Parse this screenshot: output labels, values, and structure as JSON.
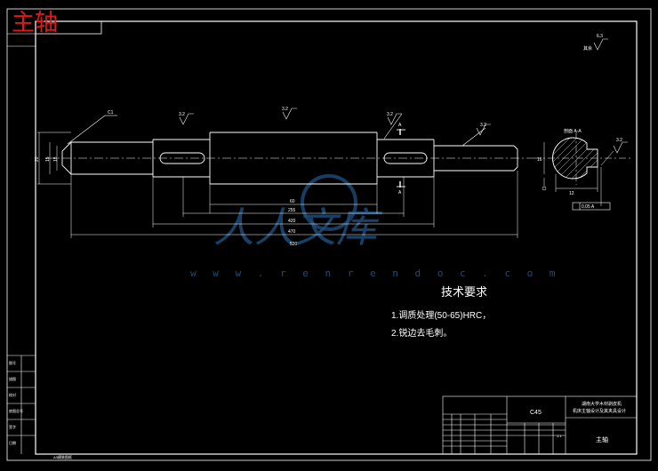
{
  "corner_title": "主轴",
  "section_label": "剖面 A-A",
  "section_marker_label": "A",
  "chamfer_label": "C1",
  "roughness_values": [
    "3.2",
    "3.2",
    "3.2",
    "3.2",
    "3.2"
  ],
  "corner_roughness": {
    "value": "6.3",
    "label": "其余"
  },
  "dimensions": {
    "d1": "20",
    "d2": "15",
    "d3": "18",
    "section_h": "16",
    "section_w": "12",
    "len_1": "60",
    "len_2": "255",
    "len_3": "420",
    "len_4": "470",
    "len_5": "520"
  },
  "tolerance_frame": "0.05 A",
  "tech_requirements": {
    "title": "技术要求",
    "items": [
      "1.调质处理(50-65)HRC，",
      "2.锐边去毛刺。"
    ]
  },
  "title_block": {
    "school": "湖南大学木材剥皮机",
    "project": "机床主轴设计及其夹具设计",
    "part_name": "主轴",
    "material": "C45",
    "scale": "1:1"
  },
  "side_strip": {
    "items": [
      "图号",
      "描图",
      "校对",
      "底图总号",
      "签字",
      "日期"
    ]
  },
  "watermark": {
    "cn_text": "人人文库",
    "url": "w w w . r e n r e n d o c . c o m"
  },
  "bottom_note": "A3横装图框"
}
